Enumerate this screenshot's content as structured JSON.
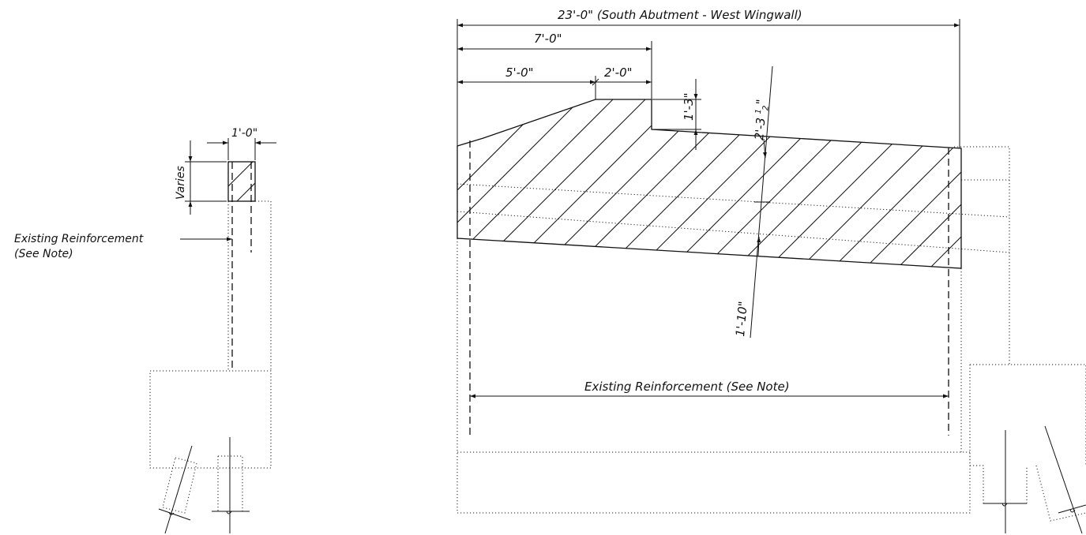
{
  "left_detail": {
    "width_dim": "1'-0\"",
    "height_dim": "Varies",
    "reinforcement_label": "Existing Reinforcement",
    "reinforcement_note": "(See Note)"
  },
  "wingwall_elevation": {
    "overall_dim": "23'-0\" (South Abutment - West Wingwall)",
    "dim_7ft": "7'-0\"",
    "dim_5ft": "5'-0\"",
    "dim_2ft": "2'-0\"",
    "dim_step": "1'-3\"",
    "dim_depth_left": "2'-3",
    "dim_depth_left_frac": "1",
    "dim_depth_left_den": "2",
    "dim_depth_left_inch": "\"",
    "dim_depth_right": "1'-10\"",
    "reinforcement_label": "Existing Reinforcement (See Note)"
  }
}
